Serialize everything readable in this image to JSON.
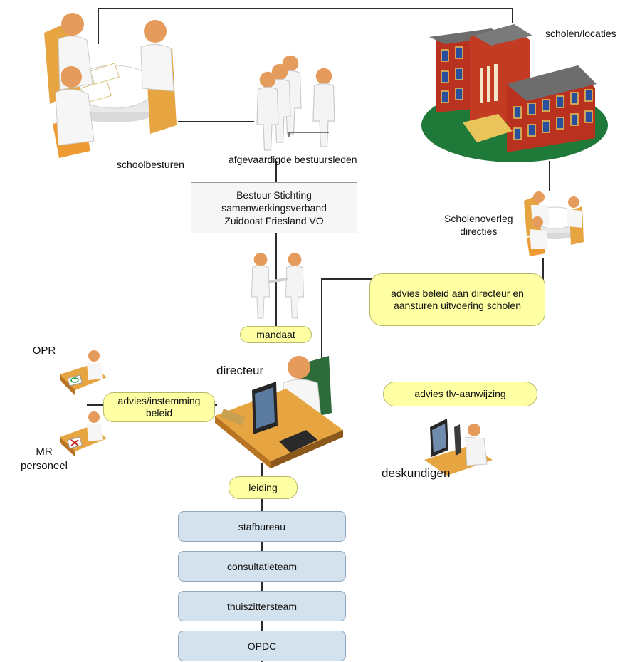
{
  "labels": {
    "schoolbesturen": "schoolbesturen",
    "afgevaardigden": "afgevaardigde bestuursleden",
    "scholen": "scholen/locaties",
    "scholenoverleg_1": "Scholenoverleg",
    "scholenoverleg_2": "directies",
    "directeur": "directeur",
    "deskundigen": "deskundigen",
    "opr": "OPR",
    "mr_1": "MR",
    "mr_2": "personeel"
  },
  "board": {
    "line1": "Bestuur Stichting",
    "line2": "samenwerkingsverband",
    "line3": "Zuidoost Friesland VO"
  },
  "callouts": {
    "mandaat": "mandaat",
    "advies_beleid_1": "advies beleid aan directeur en",
    "advies_beleid_2": "aansturen uitvoering scholen",
    "advies_tlv": "advies tlv-aanwijzing",
    "advies_instemming_1": "advies/instemming",
    "advies_instemming_2": "beleid",
    "leiding": "leiding"
  },
  "units": [
    "stafbureau",
    "consultatieteam",
    "thuiszittersteam",
    "OPDC"
  ],
  "colors": {
    "callout_fill": "#ffffa3",
    "unit_fill": "#d4e2ee",
    "board_fill": "#f6f6f6",
    "building_brick": "#b8321f",
    "building_roof": "#6d6d6d",
    "grass": "#1f7a3a",
    "person_skin": "#e59b5c",
    "furniture": "#e68a2e"
  },
  "icons": {
    "board_meeting": "meeting-table-icon",
    "delegates": "group-of-people-icon",
    "school_building": "school-building-icon",
    "school_meeting": "small-meeting-icon",
    "handshake": "handshake-icon",
    "director_desk": "director-at-desk-icon",
    "experts": "lab-expert-icon",
    "opr_desk": "approve-desk-icon",
    "mr_desk": "reject-desk-icon"
  }
}
